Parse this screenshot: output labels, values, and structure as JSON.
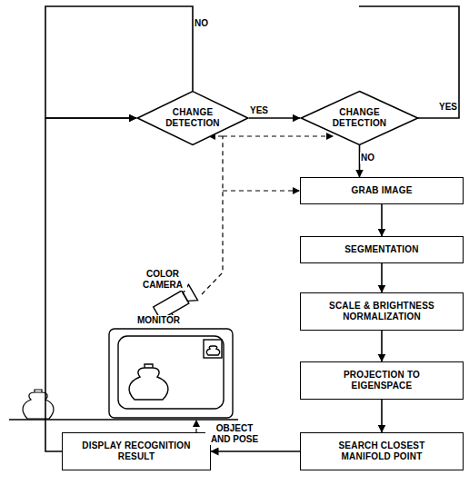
{
  "diagram": {
    "nodes": [
      {
        "text": [
          "CHANGE DETECTION"
        ]
      },
      {
        "text": [
          "CHANGE DETECTION"
        ]
      },
      {
        "text": [
          "GRAB IMAGE"
        ]
      },
      {
        "text": [
          "SEGMENTATION"
        ]
      },
      {
        "text": [
          "SCALE & BRIGHTNESS NORMALIZATION"
        ]
      },
      {
        "text": [
          "PROJECTION TO EIGENSPACE"
        ]
      },
      {
        "text": [
          "SEARCH CLOSEST MANIFOLD POINT"
        ]
      },
      {
        "text": [
          "DISPLAY RECOGNITION RESULT"
        ]
      }
    ],
    "edges": [
      {
        "from": 0,
        "to": 1,
        "label": "YES",
        "arrow": "to"
      },
      {
        "from": 0,
        "to": 0,
        "label": "NO",
        "arrow": "to"
      },
      {
        "from": 1,
        "to": 2,
        "label": "NO",
        "arrow": "to"
      },
      {
        "from": 2,
        "to": 3,
        "arrow": "to"
      },
      {
        "from": 3,
        "to": 4,
        "arrow": "to"
      },
      {
        "from": 4,
        "to": 5,
        "arrow": "to"
      },
      {
        "from": 5,
        "to": 6,
        "arrow": "to"
      },
      {
        "from": 6,
        "to": 7,
        "arrow": "to"
      },
      {
        "from": 7,
        "to": 0,
        "arrow": "to"
      }
    ],
    "labels": [
      "YES",
      "COLOR CAMERA",
      "MONITOR",
      "OBJECT AND POSE"
    ]
  }
}
